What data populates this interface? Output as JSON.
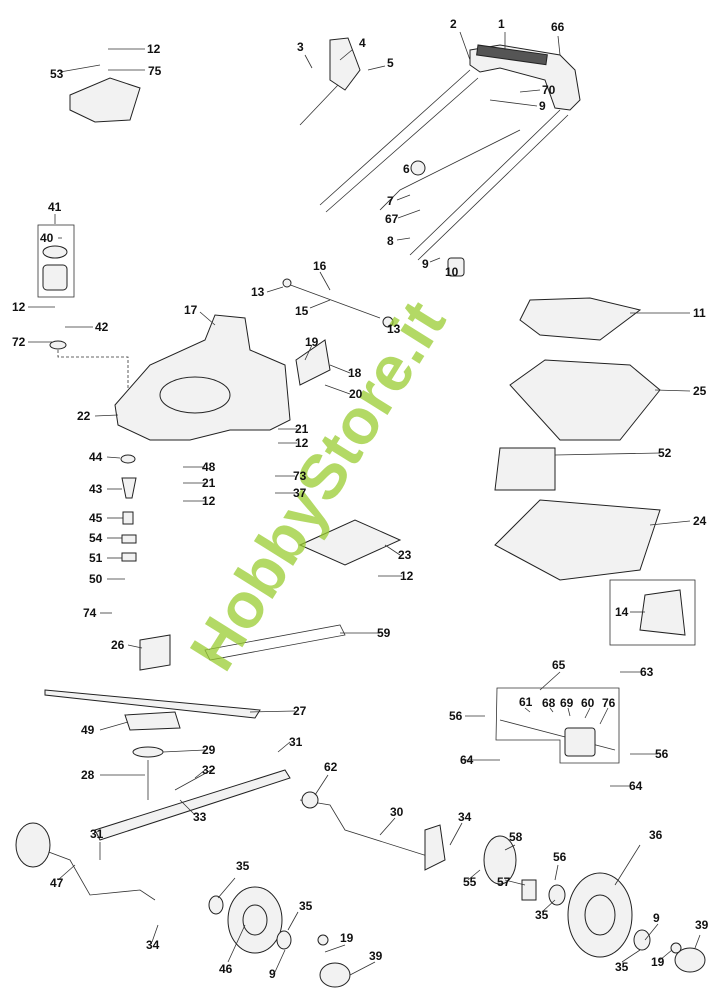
{
  "diagram": {
    "title": "Lawn mower exploded parts diagram",
    "watermark": "HobbyStore.it",
    "labels": [
      "12",
      "53",
      "75",
      "3",
      "4",
      "5",
      "2",
      "1",
      "66",
      "70",
      "9",
      "6",
      "7",
      "67",
      "8",
      "9",
      "10",
      "41",
      "40",
      "12",
      "42",
      "72",
      "16",
      "13",
      "15",
      "13",
      "17",
      "19",
      "18",
      "20",
      "22",
      "21",
      "12",
      "44",
      "48",
      "21",
      "12",
      "43",
      "73",
      "37",
      "45",
      "54",
      "51",
      "50",
      "23",
      "12",
      "11",
      "25",
      "52",
      "24",
      "14",
      "74",
      "26",
      "59",
      "27",
      "49",
      "29",
      "28",
      "31",
      "32",
      "33",
      "65",
      "63",
      "61",
      "68",
      "69",
      "60",
      "76",
      "56",
      "56",
      "64",
      "64",
      "62",
      "30",
      "34",
      "58",
      "56",
      "36",
      "55",
      "57",
      "35",
      "9",
      "39",
      "31",
      "47",
      "34",
      "35",
      "35",
      "46",
      "9",
      "19",
      "39",
      "19",
      "35"
    ]
  }
}
